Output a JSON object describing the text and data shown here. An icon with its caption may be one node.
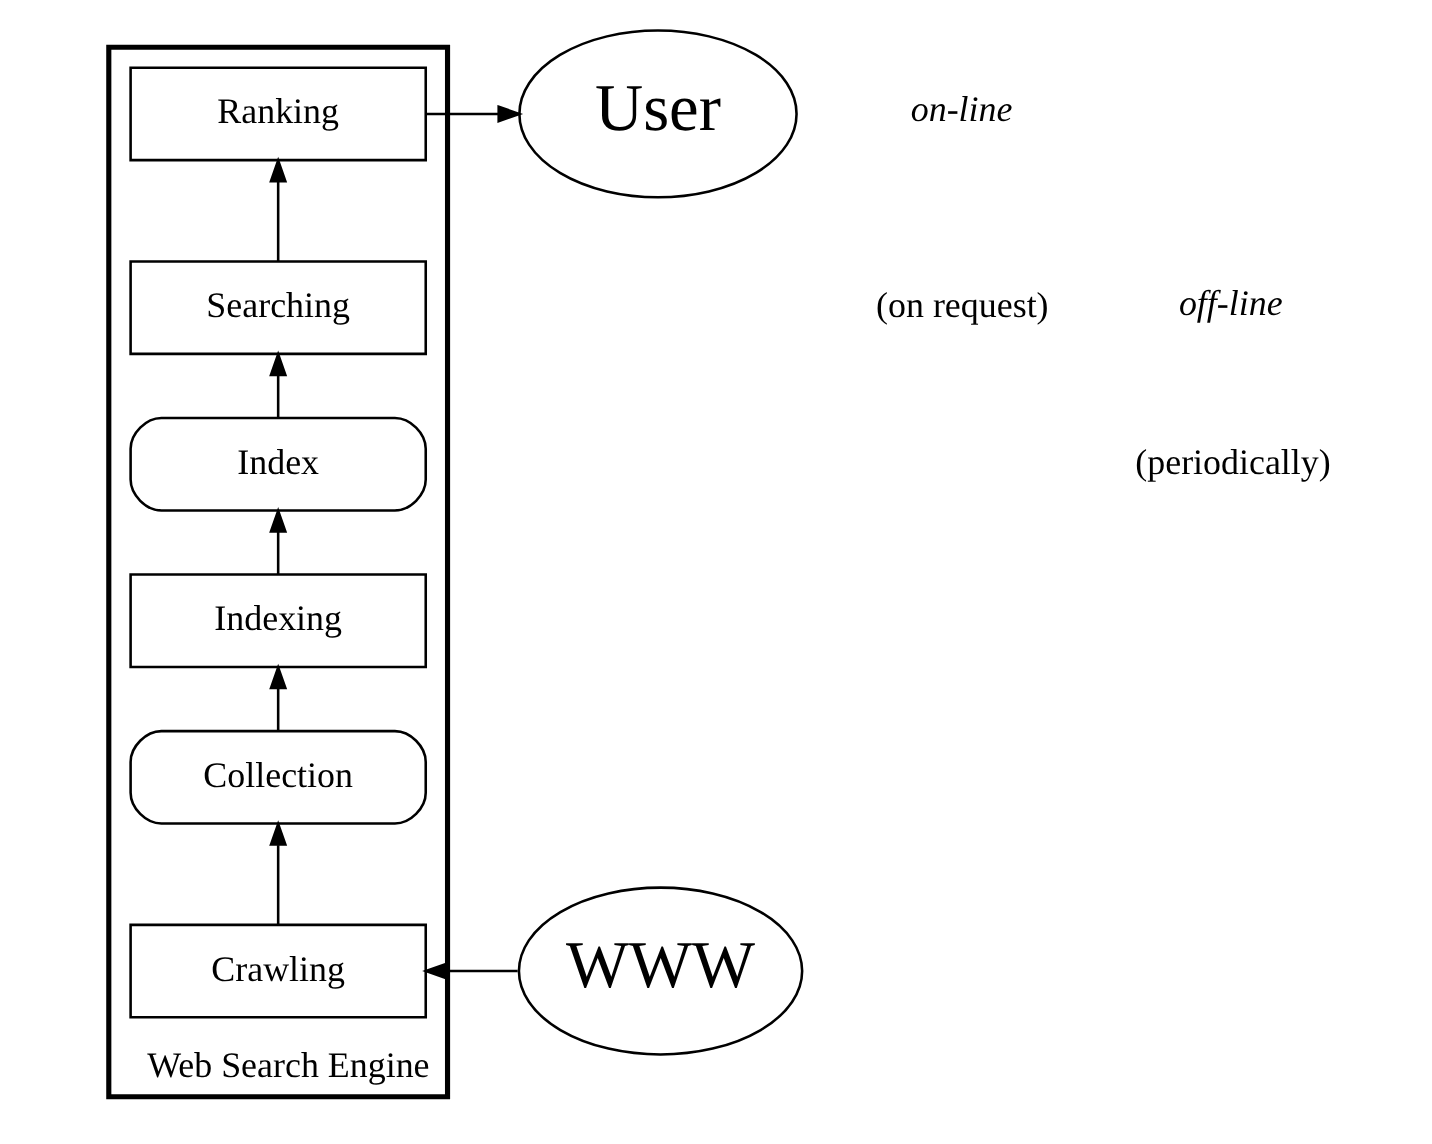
{
  "diagram": {
    "nodes": [
      {
        "text": [
          "Web Search Engine"
        ]
      },
      {
        "text": [
          "Ranking"
        ],
        "in": 0
      },
      {
        "text": [
          "Searching"
        ],
        "in": 0
      },
      {
        "text": [
          "Index"
        ],
        "in": 0
      },
      {
        "text": [
          "Indexing"
        ],
        "in": 0
      },
      {
        "text": [
          "Collection"
        ],
        "in": 0
      },
      {
        "text": [
          "Crawling"
        ],
        "in": 0
      },
      {
        "text": [
          "User"
        ]
      },
      {
        "text": [
          "WWW"
        ]
      }
    ],
    "edges": [
      {
        "from": 1,
        "to": 7,
        "arrow": "to"
      },
      {
        "from": 2,
        "to": 1,
        "arrow": "to"
      },
      {
        "from": 3,
        "to": 2,
        "arrow": "to"
      },
      {
        "from": 4,
        "to": 3,
        "arrow": "to"
      },
      {
        "from": 5,
        "to": 4,
        "arrow": "to"
      },
      {
        "from": 6,
        "to": 5,
        "arrow": "to"
      },
      {
        "from": 8,
        "to": 6,
        "arrow": "to"
      }
    ],
    "labels": [
      "on-line",
      "(on request)",
      "off-line",
      "(periodically)"
    ]
  }
}
